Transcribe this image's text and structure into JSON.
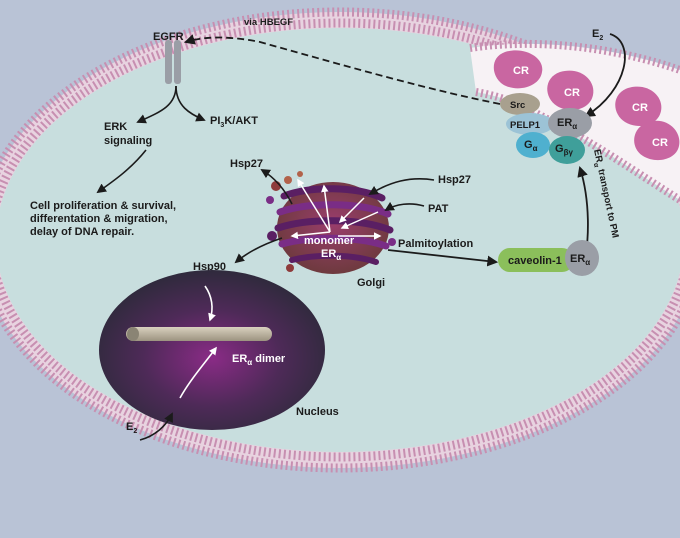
{
  "colors": {
    "background": "#b9c3d6",
    "cytoplasm": "#c8dede",
    "membrane": "#c78fb1",
    "caveolae_cr": "#c966a1",
    "nucleus_center": "#8a2b86",
    "nucleus_edge": "#2f2a3c",
    "golgi": "#6a2c6c",
    "caveolin": "#8bbf5b",
    "src": "#a8a08e",
    "era": "#9a9ea6",
    "pelp1": "#9cc3d6",
    "galpha": "#4fb0cf",
    "gbg": "#3f9f9a"
  },
  "labels": {
    "egfr": "EGFR",
    "via_hbegf": "via HBEGF",
    "e2_top": "E",
    "e2_sub": "2",
    "cr": "CR",
    "src": "Src",
    "pelp1": "PELP1",
    "er_main": "ER",
    "er_sub": "α",
    "g_alpha_main": "G",
    "g_alpha_sub": "α",
    "g_bg_main": "G",
    "g_bg_sub": "βγ",
    "transport_er": "ER",
    "transport_sub": "α",
    "transport_text": " transport to PM",
    "erk": "ERK",
    "signaling": "signaling",
    "pi3k_pre": "PI",
    "pi3k_sub": "3",
    "pi3k_post": "K/AKT",
    "outcome_line1": "Cell proliferation & survival,",
    "outcome_line2": "differentation & migration,",
    "outcome_line3": "delay of DNA repair.",
    "hsp27_left": "Hsp27",
    "hsp27_right": "Hsp27",
    "pat": "PAT",
    "monomer": "monomer",
    "monomer_er": "ER",
    "monomer_sub": "α",
    "golgi": "Golgi",
    "palmitoylation": "Palmitoylation",
    "caveolin": "caveolin-1",
    "cav_er": "ER",
    "cav_sub": "α",
    "hsp90": "Hsp90",
    "dimer_er": "ER",
    "dimer_sub": "α",
    "dimer_text": " dimer",
    "nucleus": "Nucleus",
    "e2_bottom": "E",
    "e2_bottom_sub": "2"
  }
}
